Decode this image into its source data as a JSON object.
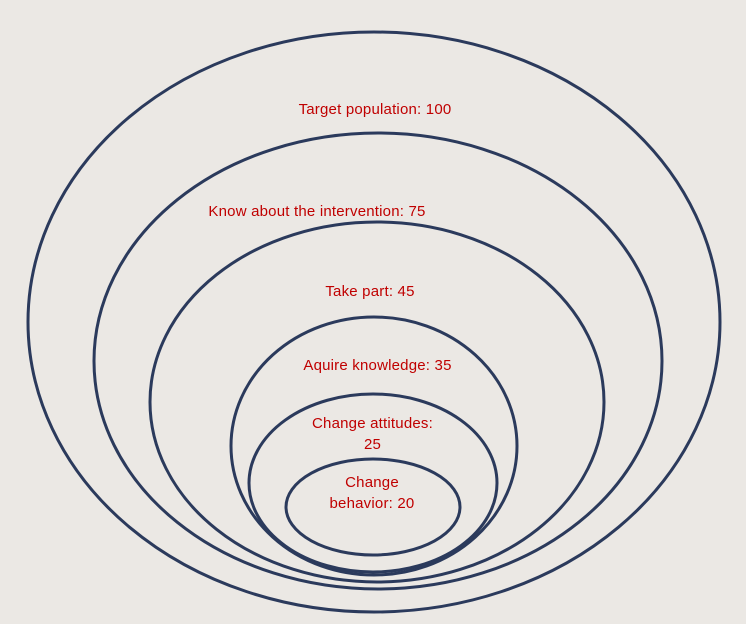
{
  "diagram": {
    "ring_color": "#2b3a5c",
    "label_color": "#c00000",
    "background": "#ebe8e4",
    "levels": [
      {
        "label": "Target population: 100"
      },
      {
        "label": "Know about the intervention: 75"
      },
      {
        "label": "Take part: 45"
      },
      {
        "label": "Aquire knowledge: 35"
      },
      {
        "label_line1": "Change attitudes:",
        "label_line2": "25"
      },
      {
        "label_line1": "Change",
        "label_line2": "behavior: 20"
      }
    ]
  }
}
